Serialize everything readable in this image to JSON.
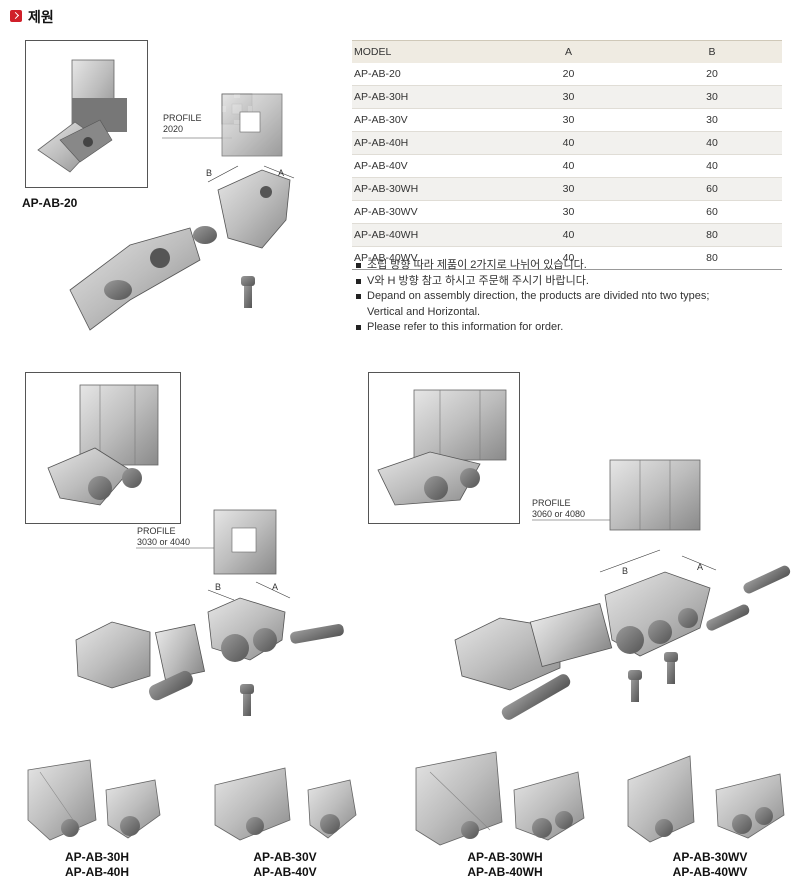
{
  "header": {
    "title": "제원"
  },
  "top_figure": {
    "caption": "AP-AB-20",
    "profile_label_1": "PROFILE",
    "profile_label_2": "2020",
    "dim_b": "B",
    "dim_a": "A"
  },
  "spec_table": {
    "columns": [
      "MODEL",
      "A",
      "B"
    ],
    "rows": [
      [
        "AP-AB-20",
        "20",
        "20"
      ],
      [
        "AP-AB-30H",
        "30",
        "30"
      ],
      [
        "AP-AB-30V",
        "30",
        "30"
      ],
      [
        "AP-AB-40H",
        "40",
        "40"
      ],
      [
        "AP-AB-40V",
        "40",
        "40"
      ],
      [
        "AP-AB-30WH",
        "30",
        "60"
      ],
      [
        "AP-AB-30WV",
        "30",
        "60"
      ],
      [
        "AP-AB-40WH",
        "40",
        "80"
      ],
      [
        "AP-AB-40WV",
        "40",
        "80"
      ]
    ]
  },
  "notes": [
    "조립 방향 따라 제품이 2가지로 나뉘어 있습니다.",
    "V와 H 방향 참고 하시고 주문해 주시기 바랍니다.",
    "Depand on assembly direction, the products are divided nto two types;",
    "Vertical and Horizontal.",
    "Please refer to this information for order."
  ],
  "mid_left": {
    "profile_label_1": "PROFILE",
    "profile_label_2": "3030 or 4040",
    "dim_b": "B",
    "dim_a": "A"
  },
  "mid_right": {
    "profile_label_1": "PROFILE",
    "profile_label_2": "3060 or 4080",
    "dim_b": "B",
    "dim_a": "A"
  },
  "bottom_captions": [
    {
      "line1": "AP-AB-30H",
      "line2": "AP-AB-40H"
    },
    {
      "line1": "AP-AB-30V",
      "line2": "AP-AB-40V"
    },
    {
      "line1": "AP-AB-30WH",
      "line2": "AP-AB-40WH"
    },
    {
      "line1": "AP-AB-30WV",
      "line2": "AP-AB-40WV"
    }
  ],
  "colors": {
    "accent": "#d0202a",
    "metal_light": "#d9d9d9",
    "metal_mid": "#a8a8a8",
    "metal_dark": "#6a6a6a",
    "table_header": "#efebe2"
  }
}
